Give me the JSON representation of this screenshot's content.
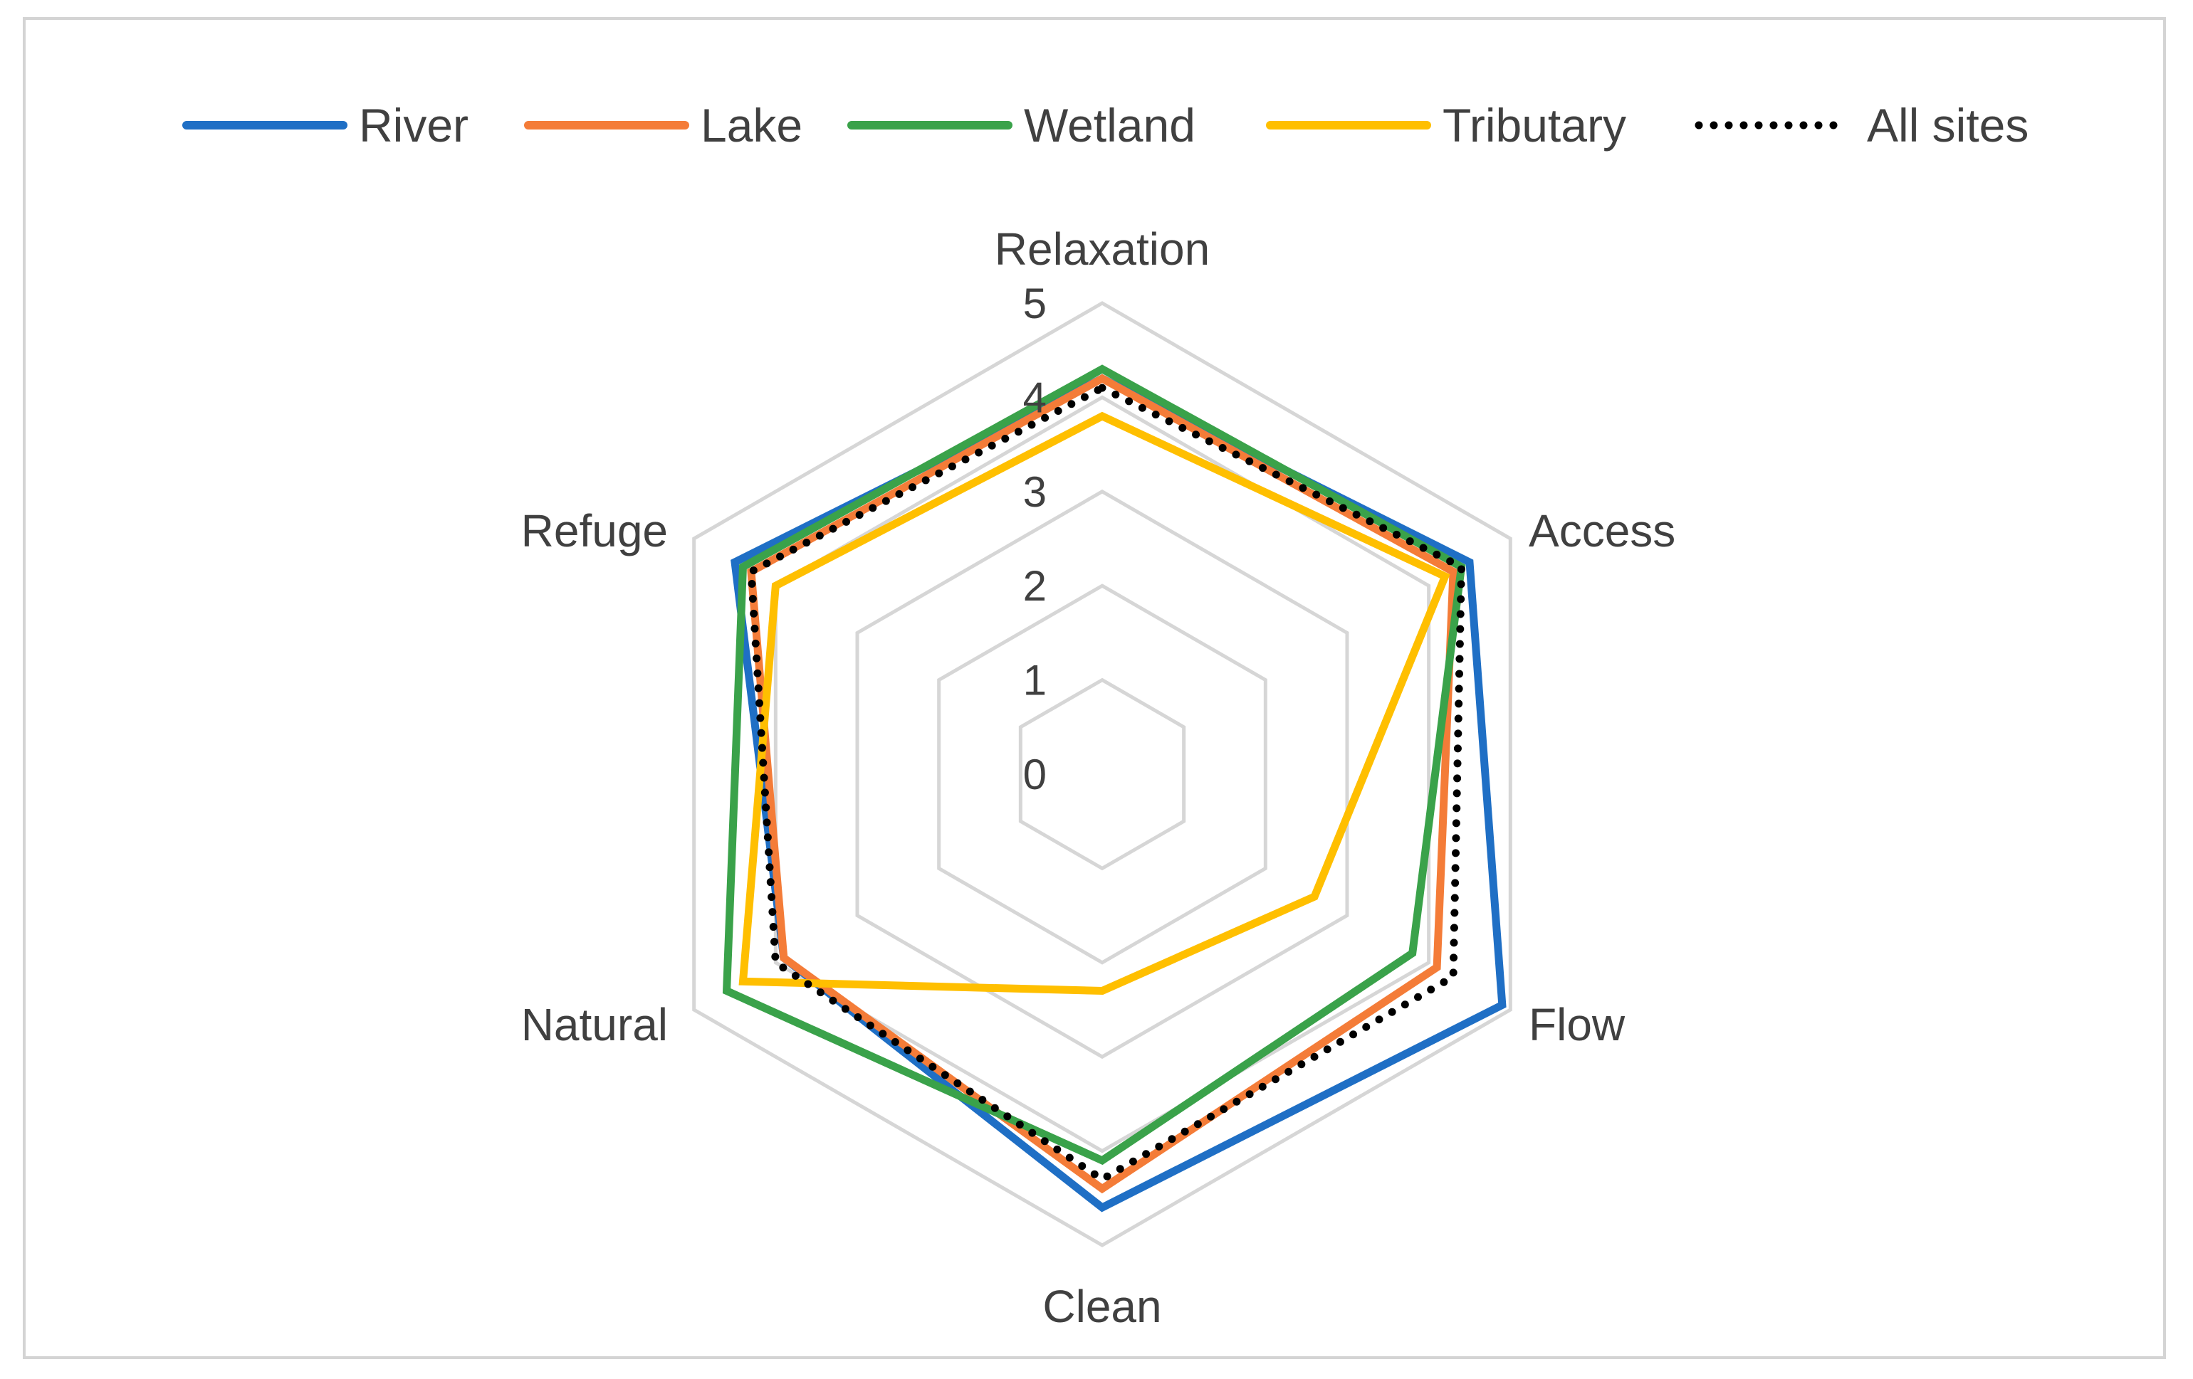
{
  "chart_data": {
    "type": "radar",
    "axes": [
      "Relaxation",
      "Access",
      "Flow",
      "Clean",
      "Natural",
      "Refuge"
    ],
    "scale": {
      "min": 0,
      "max": 5,
      "ticks": [
        "0",
        "1",
        "2",
        "3",
        "4",
        "5"
      ]
    },
    "grid": true,
    "legend_position": "top",
    "series": [
      {
        "name": "River",
        "color": "#1f6fc5",
        "style": "solid",
        "values": [
          4.2,
          4.5,
          4.9,
          4.6,
          3.9,
          4.5
        ]
      },
      {
        "name": "Lake",
        "color": "#f47c38",
        "style": "solid",
        "values": [
          4.2,
          4.3,
          4.1,
          4.4,
          3.9,
          4.3
        ]
      },
      {
        "name": "Wetland",
        "color": "#3aa24a",
        "style": "solid",
        "values": [
          4.3,
          4.4,
          3.8,
          4.1,
          4.6,
          4.4
        ]
      },
      {
        "name": "Tributary",
        "color": "#ffbf00",
        "style": "solid",
        "values": [
          3.8,
          4.2,
          2.6,
          2.3,
          4.4,
          4.0
        ]
      },
      {
        "name": "All sites",
        "color": "#000000",
        "style": "dotted",
        "values": [
          4.1,
          4.4,
          4.3,
          4.3,
          4.0,
          4.3
        ]
      }
    ]
  }
}
